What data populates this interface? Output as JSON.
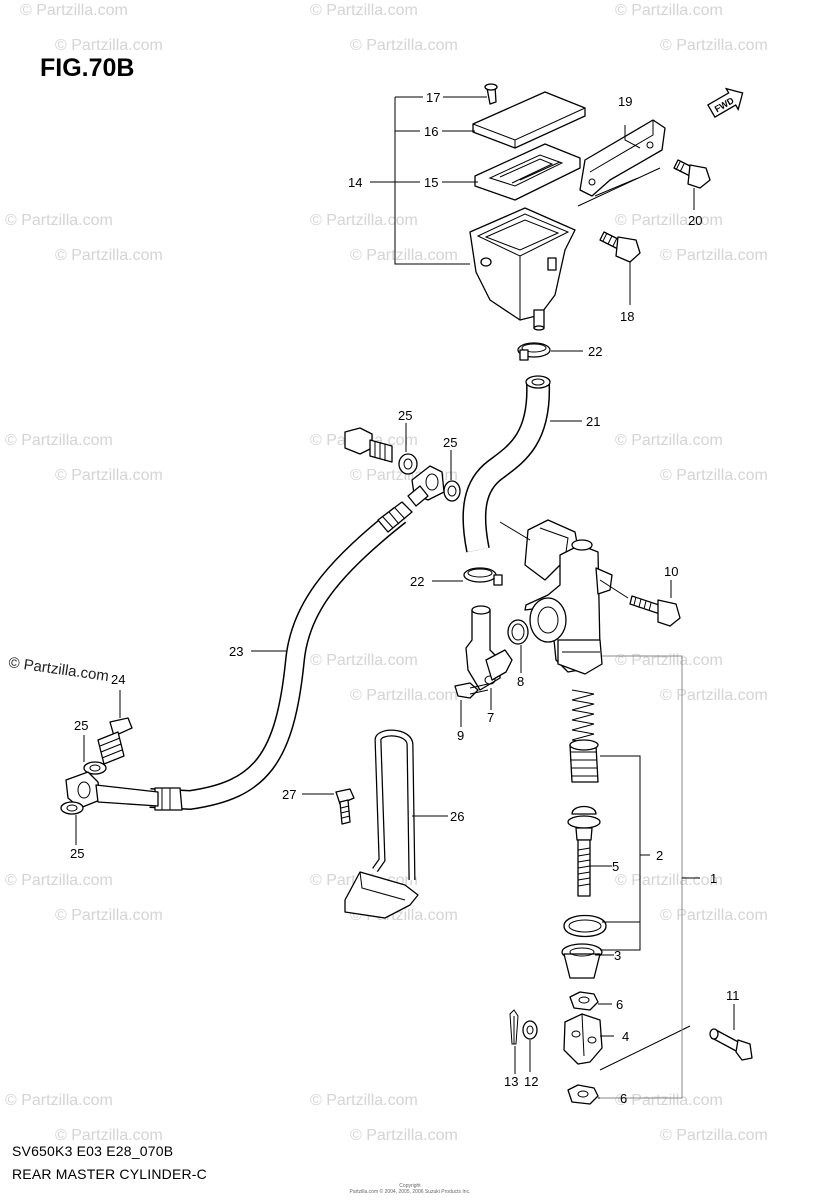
{
  "figure": {
    "title": "FIG.70B",
    "model_code": "SV650K3 E03 E28_070B",
    "caption": "REAR MASTER CYLINDER-C",
    "fwd_marker": "FWD",
    "copyright_lines": [
      "Copyright",
      "Partzilla.com © 2004, 2005, 2006 Suzuki Products Inc."
    ]
  },
  "watermark": {
    "text": "© Partzilla.com",
    "prominent_text": "© Partzilla.com"
  },
  "callouts": [
    "1",
    "2",
    "3",
    "4",
    "5",
    "6",
    "6",
    "7",
    "8",
    "9",
    "10",
    "11",
    "12",
    "13",
    "14",
    "15",
    "16",
    "17",
    "18",
    "19",
    "20",
    "21",
    "22",
    "22",
    "23",
    "24",
    "25",
    "25",
    "25",
    "25",
    "26",
    "27"
  ]
}
